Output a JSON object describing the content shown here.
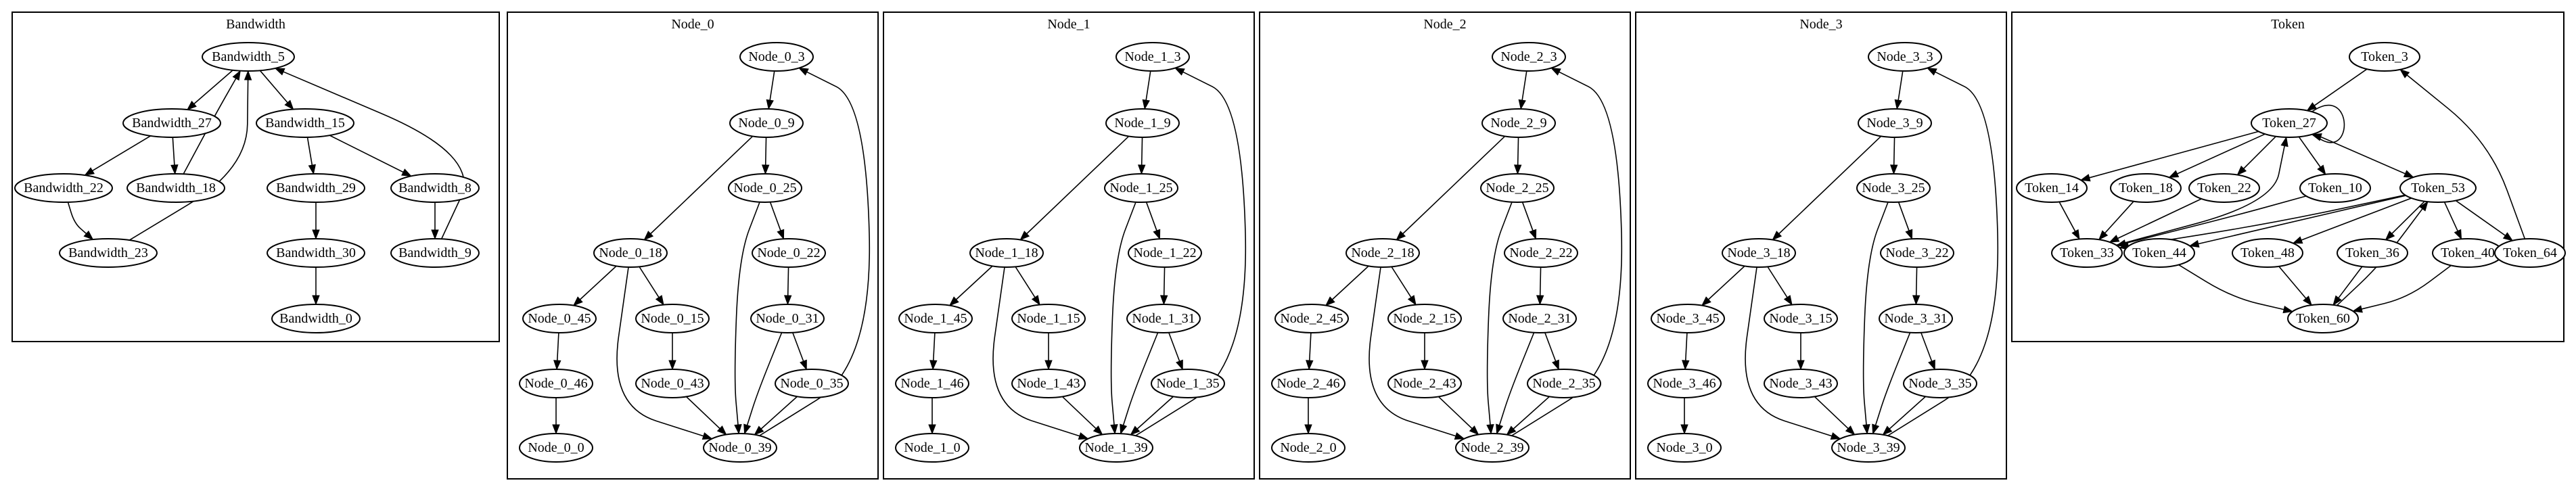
{
  "clusters": [
    {
      "id": "bandwidth",
      "label": "Bandwidth"
    },
    {
      "id": "node0",
      "label": "Node_0"
    },
    {
      "id": "node1",
      "label": "Node_1"
    },
    {
      "id": "node2",
      "label": "Node_2"
    },
    {
      "id": "node3",
      "label": "Node_3"
    },
    {
      "id": "token",
      "label": "Token"
    }
  ],
  "nodes": {
    "bw5": "Bandwidth_5",
    "bw27": "Bandwidth_27",
    "bw15": "Bandwidth_15",
    "bw22": "Bandwidth_22",
    "bw18": "Bandwidth_18",
    "bw29": "Bandwidth_29",
    "bw8": "Bandwidth_8",
    "bw23": "Bandwidth_23",
    "bw30": "Bandwidth_30",
    "bw9": "Bandwidth_9",
    "bw0": "Bandwidth_0",
    "n0_3": "Node_0_3",
    "n0_9": "Node_0_9",
    "n0_25": "Node_0_25",
    "n0_18": "Node_0_18",
    "n0_22": "Node_0_22",
    "n0_45": "Node_0_45",
    "n0_15": "Node_0_15",
    "n0_31": "Node_0_31",
    "n0_46": "Node_0_46",
    "n0_43": "Node_0_43",
    "n0_35": "Node_0_35",
    "n0_0": "Node_0_0",
    "n0_39": "Node_0_39",
    "n1_3": "Node_1_3",
    "n1_9": "Node_1_9",
    "n1_25": "Node_1_25",
    "n1_18": "Node_1_18",
    "n1_22": "Node_1_22",
    "n1_45": "Node_1_45",
    "n1_15": "Node_1_15",
    "n1_31": "Node_1_31",
    "n1_46": "Node_1_46",
    "n1_43": "Node_1_43",
    "n1_35": "Node_1_35",
    "n1_0": "Node_1_0",
    "n1_39": "Node_1_39",
    "n2_3": "Node_2_3",
    "n2_9": "Node_2_9",
    "n2_25": "Node_2_25",
    "n2_18": "Node_2_18",
    "n2_22": "Node_2_22",
    "n2_45": "Node_2_45",
    "n2_15": "Node_2_15",
    "n2_31": "Node_2_31",
    "n2_46": "Node_2_46",
    "n2_43": "Node_2_43",
    "n2_35": "Node_2_35",
    "n2_0": "Node_2_0",
    "n2_39": "Node_2_39",
    "n3_3": "Node_3_3",
    "n3_9": "Node_3_9",
    "n3_25": "Node_3_25",
    "n3_18": "Node_3_18",
    "n3_22": "Node_3_22",
    "n3_45": "Node_3_45",
    "n3_15": "Node_3_15",
    "n3_31": "Node_3_31",
    "n3_46": "Node_3_46",
    "n3_43": "Node_3_43",
    "n3_35": "Node_3_35",
    "n3_0": "Node_3_0",
    "n3_39": "Node_3_39",
    "t3": "Token_3",
    "t27": "Token_27",
    "t14": "Token_14",
    "t18": "Token_18",
    "t22": "Token_22",
    "t10": "Token_10",
    "t53": "Token_53",
    "t33": "Token_33",
    "t44": "Token_44",
    "t48": "Token_48",
    "t36": "Token_36",
    "t40": "Token_40",
    "t64": "Token_64",
    "t60": "Token_60"
  },
  "edges": [
    [
      "bw5",
      "bw27"
    ],
    [
      "bw5",
      "bw15"
    ],
    [
      "bw27",
      "bw22"
    ],
    [
      "bw27",
      "bw18"
    ],
    [
      "bw18",
      "bw5"
    ],
    [
      "bw22",
      "bw23"
    ],
    [
      "bw23",
      "bw5"
    ],
    [
      "bw15",
      "bw29"
    ],
    [
      "bw15",
      "bw8"
    ],
    [
      "bw29",
      "bw30"
    ],
    [
      "bw30",
      "bw0"
    ],
    [
      "bw8",
      "bw9"
    ],
    [
      "bw9",
      "bw5"
    ],
    [
      "n0_3",
      "n0_9"
    ],
    [
      "n0_9",
      "n0_18"
    ],
    [
      "n0_9",
      "n0_25"
    ],
    [
      "n0_25",
      "n0_22"
    ],
    [
      "n0_25",
      "n0_39"
    ],
    [
      "n0_22",
      "n0_31"
    ],
    [
      "n0_18",
      "n0_45"
    ],
    [
      "n0_18",
      "n0_15"
    ],
    [
      "n0_18",
      "n0_39"
    ],
    [
      "n0_45",
      "n0_46"
    ],
    [
      "n0_46",
      "n0_0"
    ],
    [
      "n0_15",
      "n0_43"
    ],
    [
      "n0_43",
      "n0_39"
    ],
    [
      "n0_31",
      "n0_35"
    ],
    [
      "n0_31",
      "n0_39"
    ],
    [
      "n0_35",
      "n0_39"
    ],
    [
      "n0_39",
      "n0_3"
    ],
    [
      "n1_3",
      "n1_9"
    ],
    [
      "n1_9",
      "n1_18"
    ],
    [
      "n1_9",
      "n1_25"
    ],
    [
      "n1_25",
      "n1_22"
    ],
    [
      "n1_25",
      "n1_39"
    ],
    [
      "n1_22",
      "n1_31"
    ],
    [
      "n1_18",
      "n1_45"
    ],
    [
      "n1_18",
      "n1_15"
    ],
    [
      "n1_18",
      "n1_39"
    ],
    [
      "n1_45",
      "n1_46"
    ],
    [
      "n1_46",
      "n1_0"
    ],
    [
      "n1_15",
      "n1_43"
    ],
    [
      "n1_43",
      "n1_39"
    ],
    [
      "n1_31",
      "n1_35"
    ],
    [
      "n1_31",
      "n1_39"
    ],
    [
      "n1_35",
      "n1_39"
    ],
    [
      "n1_39",
      "n1_3"
    ],
    [
      "n2_3",
      "n2_9"
    ],
    [
      "n2_9",
      "n2_18"
    ],
    [
      "n2_9",
      "n2_25"
    ],
    [
      "n2_25",
      "n2_22"
    ],
    [
      "n2_25",
      "n2_39"
    ],
    [
      "n2_22",
      "n2_31"
    ],
    [
      "n2_18",
      "n2_45"
    ],
    [
      "n2_18",
      "n2_15"
    ],
    [
      "n2_18",
      "n2_39"
    ],
    [
      "n2_45",
      "n2_46"
    ],
    [
      "n2_46",
      "n2_0"
    ],
    [
      "n2_15",
      "n2_43"
    ],
    [
      "n2_43",
      "n2_39"
    ],
    [
      "n2_31",
      "n2_35"
    ],
    [
      "n2_31",
      "n2_39"
    ],
    [
      "n2_35",
      "n2_39"
    ],
    [
      "n2_39",
      "n2_3"
    ],
    [
      "n3_3",
      "n3_9"
    ],
    [
      "n3_9",
      "n3_18"
    ],
    [
      "n3_9",
      "n3_25"
    ],
    [
      "n3_25",
      "n3_22"
    ],
    [
      "n3_25",
      "n3_39"
    ],
    [
      "n3_22",
      "n3_31"
    ],
    [
      "n3_18",
      "n3_45"
    ],
    [
      "n3_18",
      "n3_15"
    ],
    [
      "n3_18",
      "n3_39"
    ],
    [
      "n3_45",
      "n3_46"
    ],
    [
      "n3_46",
      "n3_0"
    ],
    [
      "n3_15",
      "n3_43"
    ],
    [
      "n3_43",
      "n3_39"
    ],
    [
      "n3_31",
      "n3_35"
    ],
    [
      "n3_31",
      "n3_39"
    ],
    [
      "n3_35",
      "n3_39"
    ],
    [
      "n3_39",
      "n3_3"
    ],
    [
      "t3",
      "t27"
    ],
    [
      "t27",
      "t14"
    ],
    [
      "t27",
      "t18"
    ],
    [
      "t27",
      "t22"
    ],
    [
      "t27",
      "t10"
    ],
    [
      "t27",
      "t53"
    ],
    [
      "t27",
      "t27"
    ],
    [
      "t14",
      "t33"
    ],
    [
      "t18",
      "t33"
    ],
    [
      "t22",
      "t33"
    ],
    [
      "t10",
      "t33"
    ],
    [
      "t33",
      "t27"
    ],
    [
      "t53",
      "t33"
    ],
    [
      "t53",
      "t44"
    ],
    [
      "t53",
      "t48"
    ],
    [
      "t53",
      "t36"
    ],
    [
      "t53",
      "t40"
    ],
    [
      "t53",
      "t64"
    ],
    [
      "t44",
      "t60"
    ],
    [
      "t48",
      "t60"
    ],
    [
      "t36",
      "t60"
    ],
    [
      "t40",
      "t60"
    ],
    [
      "t60",
      "t53"
    ],
    [
      "t64",
      "t3"
    ]
  ]
}
